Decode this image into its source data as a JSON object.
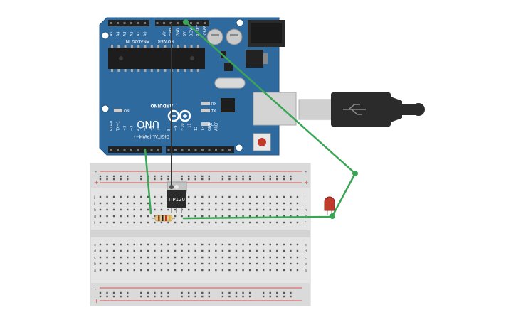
{
  "arduino": {
    "brand": "ARDUINO",
    "model": "UNO",
    "power_header": "POWER",
    "analog_header": "ANALOG IN",
    "digital_header": "DIGITAL (PWM~)",
    "analog_pins": [
      "A5",
      "A4",
      "A3",
      "A2",
      "A1",
      "A0"
    ],
    "power_pins": [
      "Vin",
      "GND",
      "GND",
      "5V",
      "3.3V",
      "RESET",
      "IOREF"
    ],
    "digital_pins": [
      "RX←0",
      "TX→1",
      "~2",
      "~3",
      "4",
      "~5",
      "~6",
      "7",
      "8",
      "~9",
      "~10",
      "~11",
      "12",
      "13",
      "GND",
      "AREF"
    ],
    "led_labels": [
      "RX",
      "TX",
      "L"
    ],
    "on_label": "ON"
  },
  "transistor": {
    "label": "TIP120"
  },
  "breadboard": {
    "rail_plus": "+",
    "rail_minus": "-",
    "row_letters_top": [
      "j",
      "i",
      "h",
      "g",
      "f"
    ],
    "row_letters_bottom": [
      "e",
      "d",
      "c",
      "b",
      "a"
    ]
  },
  "colors": {
    "board": "#2e6a9e",
    "board_dark": "#245784",
    "wire_green": "#3aa655",
    "wire_black": "#333333",
    "breadboard": "#e4e4e4",
    "rail_red": "#d9534f",
    "led_red": "#c0392b",
    "usb": "#2b2b2b"
  }
}
